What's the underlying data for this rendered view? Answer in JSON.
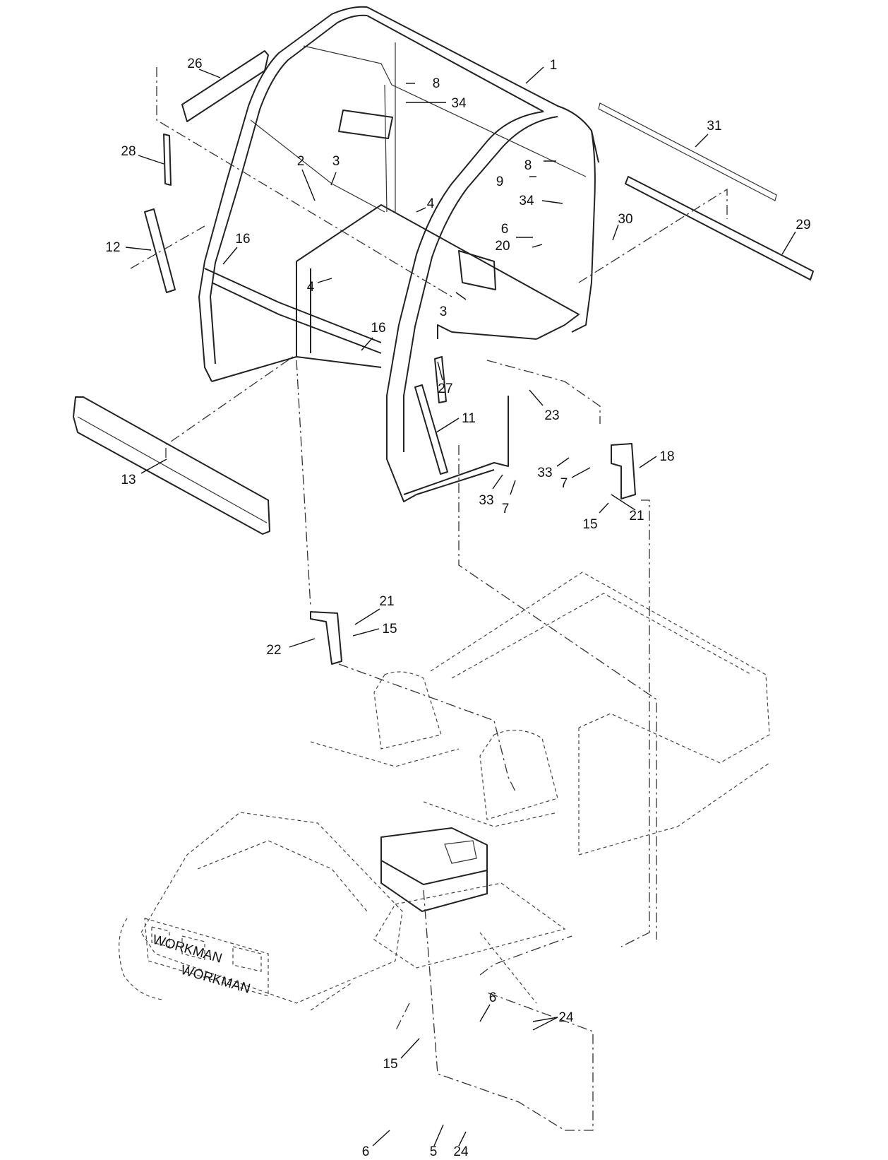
{
  "callouts": [
    {
      "id": "c1",
      "label": "1"
    },
    {
      "id": "c2",
      "label": "2"
    },
    {
      "id": "c3a",
      "label": "3"
    },
    {
      "id": "c3b",
      "label": "3"
    },
    {
      "id": "c4a",
      "label": "4"
    },
    {
      "id": "c4b",
      "label": "4"
    },
    {
      "id": "c5",
      "label": "5"
    },
    {
      "id": "c6a",
      "label": "6"
    },
    {
      "id": "c6b",
      "label": "6"
    },
    {
      "id": "c6c",
      "label": "6"
    },
    {
      "id": "c7a",
      "label": "7"
    },
    {
      "id": "c7b",
      "label": "7"
    },
    {
      "id": "c8a",
      "label": "8"
    },
    {
      "id": "c8b",
      "label": "8"
    },
    {
      "id": "c9",
      "label": "9"
    },
    {
      "id": "c11",
      "label": "11"
    },
    {
      "id": "c12",
      "label": "12"
    },
    {
      "id": "c13",
      "label": "13"
    },
    {
      "id": "c15a",
      "label": "15"
    },
    {
      "id": "c15b",
      "label": "15"
    },
    {
      "id": "c15c",
      "label": "15"
    },
    {
      "id": "c16a",
      "label": "16"
    },
    {
      "id": "c16b",
      "label": "16"
    },
    {
      "id": "c18",
      "label": "18"
    },
    {
      "id": "c20",
      "label": "20"
    },
    {
      "id": "c21a",
      "label": "21"
    },
    {
      "id": "c21b",
      "label": "21"
    },
    {
      "id": "c22",
      "label": "22"
    },
    {
      "id": "c23",
      "label": "23"
    },
    {
      "id": "c24a",
      "label": "24"
    },
    {
      "id": "c24b",
      "label": "24"
    },
    {
      "id": "c26",
      "label": "26"
    },
    {
      "id": "c27",
      "label": "27"
    },
    {
      "id": "c28",
      "label": "28"
    },
    {
      "id": "c29",
      "label": "29"
    },
    {
      "id": "c30",
      "label": "30"
    },
    {
      "id": "c31",
      "label": "31"
    },
    {
      "id": "c33a",
      "label": "33"
    },
    {
      "id": "c33b",
      "label": "33"
    },
    {
      "id": "c34a",
      "label": "34"
    },
    {
      "id": "c34b",
      "label": "34"
    }
  ],
  "vehicle": {
    "grille_text": "WORKMAN",
    "bumper_text": "WORKMAN"
  }
}
